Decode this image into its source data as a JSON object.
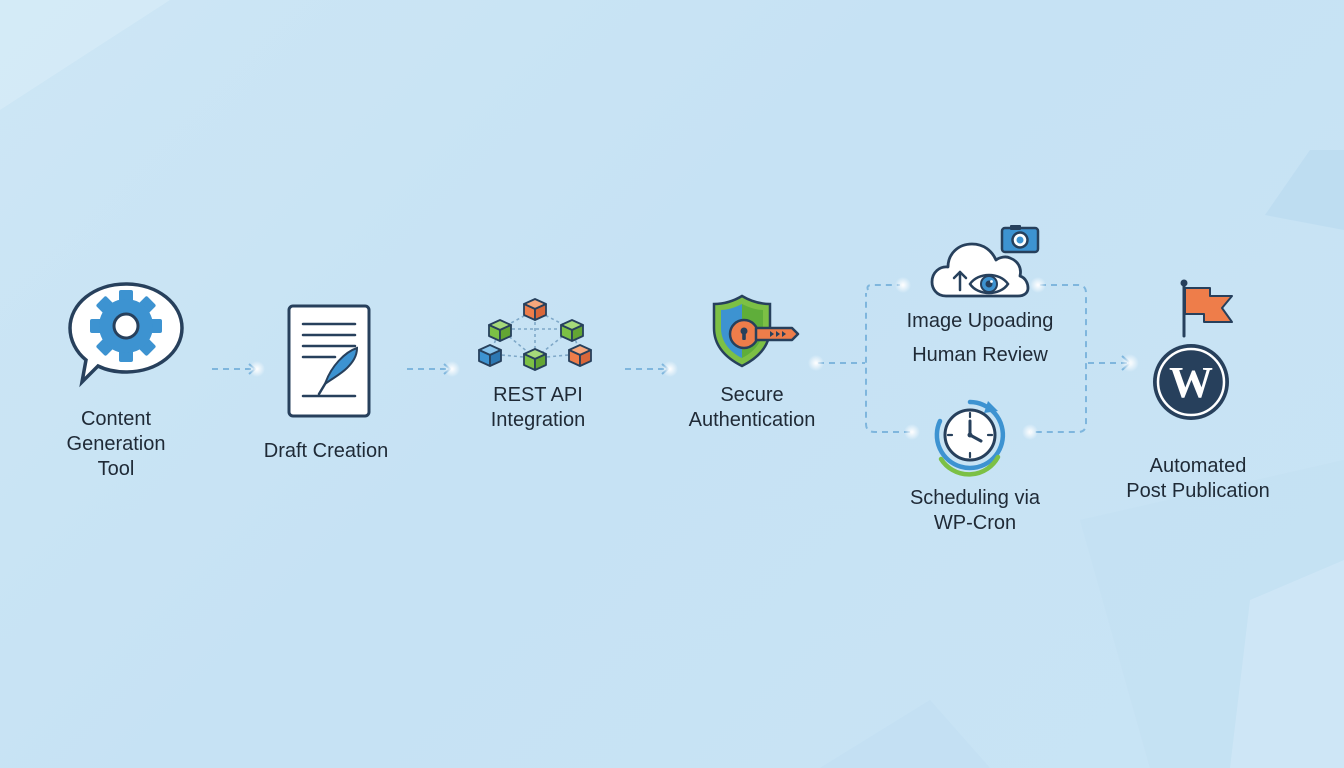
{
  "diagram": {
    "steps": [
      {
        "id": "content-generation",
        "lines": [
          "Content",
          "Generation",
          "Tool"
        ],
        "icon": "gear-speech-bubble-icon"
      },
      {
        "id": "draft-creation",
        "lines": [
          "Draft Creation"
        ],
        "icon": "document-quill-icon"
      },
      {
        "id": "rest-api",
        "lines": [
          "REST API",
          "Integration"
        ],
        "icon": "network-cubes-icon"
      },
      {
        "id": "secure-auth",
        "lines": [
          "Secure",
          "Authentication"
        ],
        "icon": "shield-key-icon"
      },
      {
        "id": "image-uploading",
        "lines": [
          "Image Upoading"
        ],
        "icon": "cloud-eye-camera-icon"
      },
      {
        "id": "human-review",
        "lines": [
          "Human Review"
        ],
        "icon": ""
      },
      {
        "id": "scheduling",
        "lines": [
          "Scheduling via",
          "WP-Cron"
        ],
        "icon": "clock-refresh-icon"
      },
      {
        "id": "automated-publication",
        "lines": [
          "Automated",
          "Post Publication"
        ],
        "icon": "wordpress-flag-icon"
      }
    ],
    "colors": {
      "accent_blue": "#3d93d1",
      "navy": "#27405c",
      "green": "#7cc045",
      "orange": "#ee7d4a",
      "connector": "#7fb6dd"
    }
  }
}
